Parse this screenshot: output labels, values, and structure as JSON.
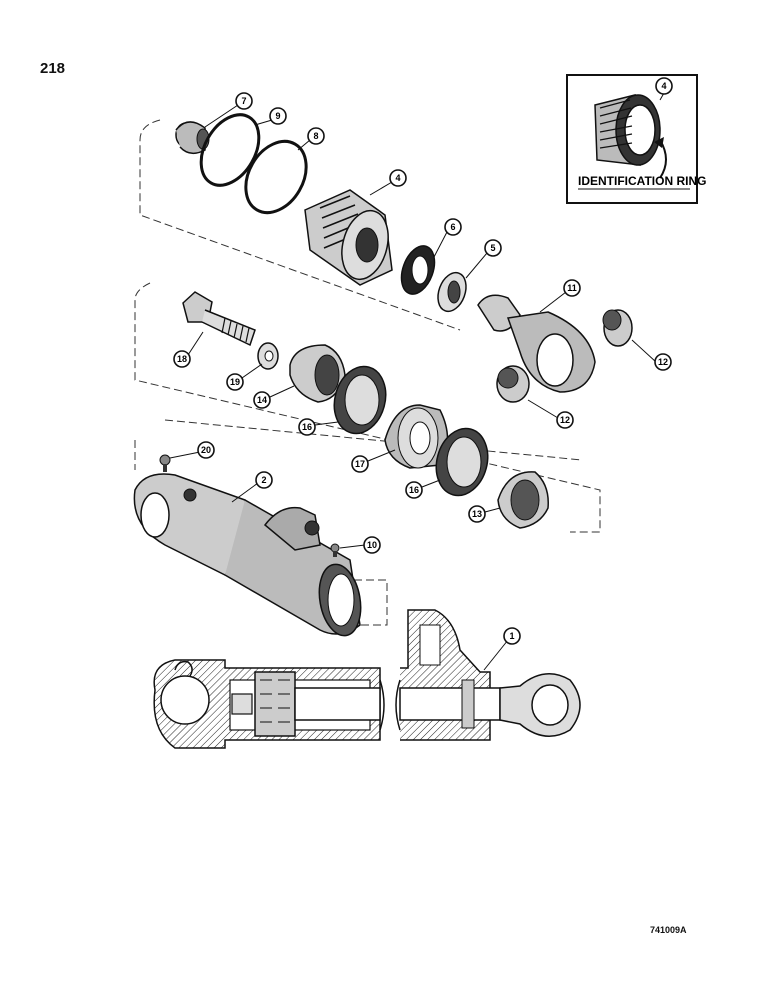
{
  "page": {
    "number": "218",
    "figure_code": "741009A"
  },
  "inset": {
    "label": "IDENTIFICATION RING",
    "callout": "4"
  },
  "callouts": [
    "7",
    "9",
    "8",
    "4",
    "6",
    "5",
    "11",
    "12",
    "12",
    "18",
    "19",
    "14",
    "16",
    "17",
    "16",
    "13",
    "20",
    "2",
    "10",
    "1"
  ]
}
